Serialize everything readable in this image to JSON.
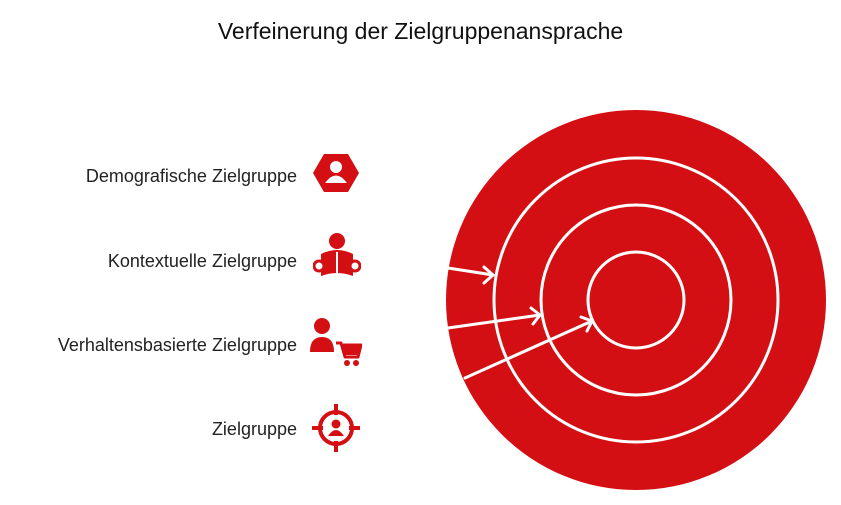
{
  "title": "Verfeinerung der Zielgruppenansprache",
  "colors": {
    "accent": "#d40f14",
    "ring": "#ffffff",
    "text": "#222222"
  },
  "levels": [
    {
      "label": "Demografische Zielgruppe",
      "icon": "hexagon-person-icon"
    },
    {
      "label": "Kontextuelle Zielgruppe",
      "icon": "person-reading-icon"
    },
    {
      "label": "Verhaltensbasierte Zielgruppe",
      "icon": "person-cart-icon"
    },
    {
      "label": "Zielgruppe",
      "icon": "crosshair-person-icon"
    }
  ]
}
